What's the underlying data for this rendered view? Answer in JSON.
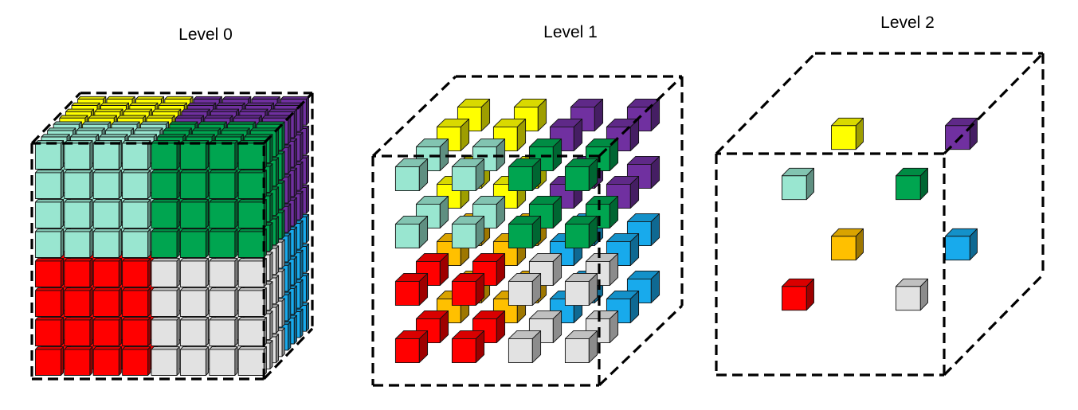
{
  "colors": {
    "yellow": "#ffff00",
    "purple": "#7030a0",
    "aqua": "#99e6d0",
    "green": "#00a550",
    "blue": "#18aaec",
    "orange": "#ffc000",
    "red": "#ff0000",
    "gray": "#e2e2e2"
  },
  "levels": [
    {
      "title": "Level 0",
      "grid": 8
    },
    {
      "title": "Level 1",
      "grid": 4
    },
    {
      "title": "Level 2",
      "grid": 2
    }
  ]
}
